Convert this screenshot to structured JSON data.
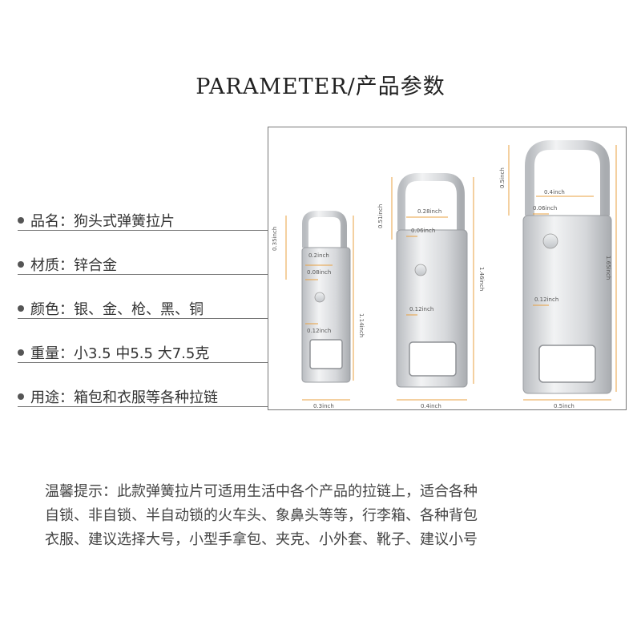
{
  "title": "PARAMETER/产品参数",
  "specs": [
    {
      "text": "品名：狗头式弹簧拉片"
    },
    {
      "text": "材质：锌合金"
    },
    {
      "text": "颜色：银、金、枪、黑、铜"
    },
    {
      "text": "重量：小3.5  中5.5  大7.5克"
    },
    {
      "text": "用途：箱包和衣服等各种拉链"
    }
  ],
  "diagram": {
    "small": {
      "height": "0.35inch",
      "hole": "0.2inch",
      "gap": "0.08inch",
      "length": "1.14inch",
      "thick": "0.12inch",
      "width": "0.3inch"
    },
    "medium": {
      "height": "0.51inch",
      "hole": "0.28inch",
      "gap": "0.06inch",
      "length": "1.46inch",
      "thick": "0.12inch",
      "width": "0.4inch"
    },
    "large": {
      "height": "0.5inch",
      "hole": "0.4inch",
      "gap": "0.06inch",
      "length": "1.65inch",
      "thick": "0.12inch",
      "width": "0.5inch"
    },
    "colors": {
      "dimension_line": "#e8a040",
      "metal": "#c8cbcf"
    }
  },
  "tips": [
    {
      "text": "温馨提示：此款弹簧拉片可适用生活中各个产品的拉链上，适合各种"
    },
    {
      "text": "自锁、非自锁、半自动锁的火车头、象鼻头等等，行李箱、各种背包"
    },
    {
      "text": "衣服、建议选择大号，小型手拿包、夹克、小外套、靴子、建议小号"
    }
  ]
}
